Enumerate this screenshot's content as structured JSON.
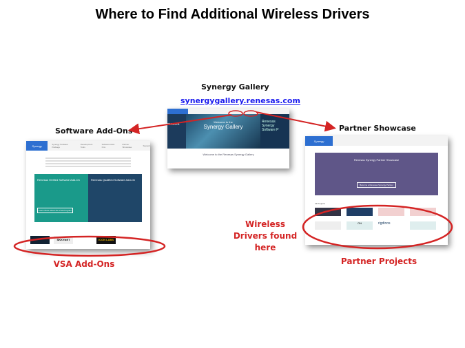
{
  "title": "Where to Find Additional Wireless Drivers",
  "gallery": {
    "label": "Synergy Gallery",
    "url": "synergygallery.renesas.com",
    "hero_title": "Synergy Gallery",
    "hero_welcome": "Welcome to the",
    "side_title": "Renesas Synergy Software P",
    "left_word": "mework",
    "welcome": "Welcome to the Renesas Synergy Gallery"
  },
  "software_addons": {
    "label": "Software Add-Ons",
    "verified": "Renesas Verified Software Add-On",
    "qualified": "Renesas Qualified Software Add-On",
    "learn_more": "Learn More About the VSA Program",
    "nav": [
      "Synergy Software Package",
      "Development Tools",
      "Software Add-Ons",
      "Partner Showcase",
      "Support"
    ],
    "logos": [
      "SKKYNET",
      "ICON LABS"
    ]
  },
  "partner_showcase": {
    "label": "Partner Showcase",
    "banner_title": "Renesas Synergy Partner Showcase",
    "become": "Become a Renesas Synergy Partner",
    "all_projects": "All Projects",
    "logos": [
      "ON",
      "rigdinos"
    ]
  },
  "annotations": {
    "wireless": [
      "Wireless",
      "Drivers found",
      "here"
    ],
    "vsa": "VSA Add-Ons",
    "partner_projects": "Partner Projects",
    "red": "#d42424"
  }
}
